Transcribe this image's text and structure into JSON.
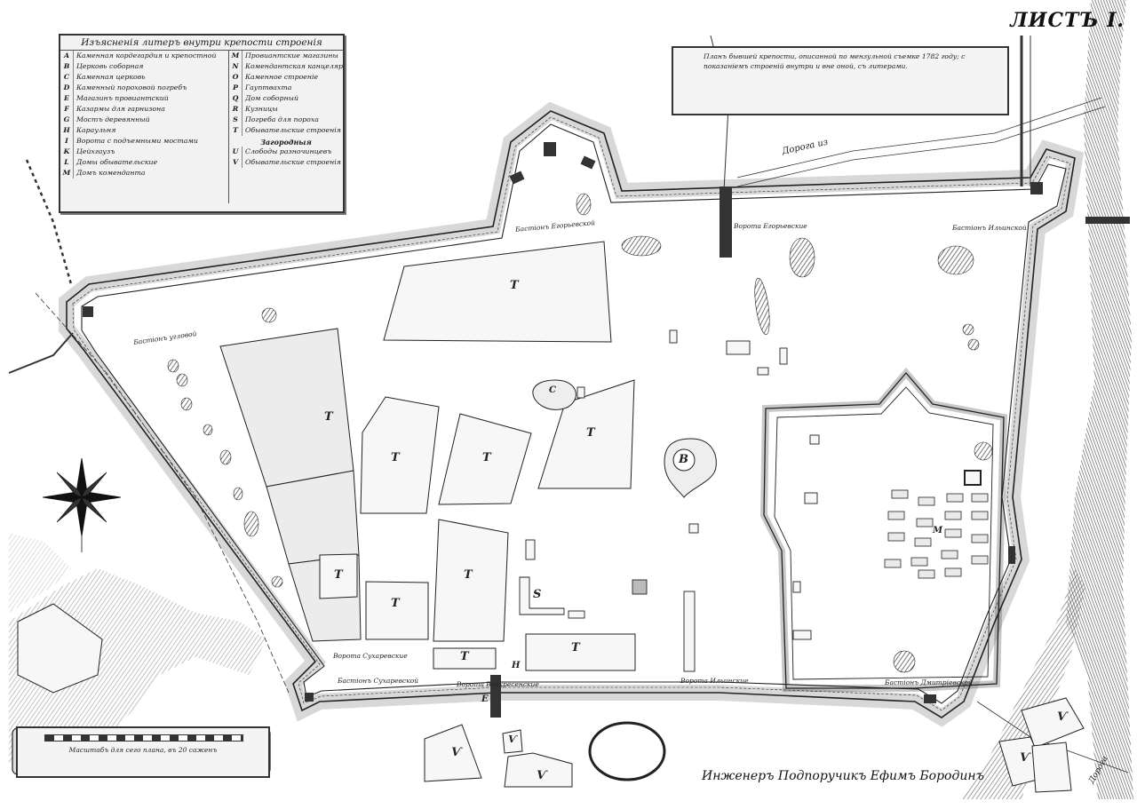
{
  "sheet_label": "ЛИСТЪ I.",
  "legend": {
    "title": "Изъясненiя литеръ внутри крепости строенiя",
    "left_rows": [
      {
        "key": "A",
        "text": "Каменная кордегардия и крепостной"
      },
      {
        "key": "B",
        "text": "Церковь соборная"
      },
      {
        "key": "C",
        "text": "Каменная церковь"
      },
      {
        "key": "D",
        "text": "Каменный пороховой погребъ"
      },
      {
        "key": "E",
        "text": "Магазинъ провиантский"
      },
      {
        "key": "F",
        "text": "Казармы для гарнизона"
      },
      {
        "key": "G",
        "text": "Мостъ деревянный"
      },
      {
        "key": "H",
        "text": "Караульня"
      },
      {
        "key": "I",
        "text": "Ворота с подъемными мостами"
      },
      {
        "key": "K",
        "text": "Цейхгаузъ"
      },
      {
        "key": "L",
        "text": "Домы обывательские"
      },
      {
        "key": "M",
        "text": "Домъ коменданта"
      }
    ],
    "right_rows": [
      {
        "key": "M",
        "text": "Провиантские магазины"
      },
      {
        "key": "N",
        "text": "Комендантская канцелярия"
      },
      {
        "key": "O",
        "text": "Каменное строенiе"
      },
      {
        "key": "P",
        "text": "Гауптвахта"
      },
      {
        "key": "Q",
        "text": "Дом соборный"
      },
      {
        "key": "R",
        "text": "Кузницы"
      },
      {
        "key": "S",
        "text": "Погреба для пороха"
      },
      {
        "key": "T",
        "text": "Обывательские строенiя"
      }
    ],
    "right_subheading": "Загородныя",
    "right_extra": [
      {
        "key": "U",
        "text": "Слободы разночинцевъ"
      },
      {
        "key": "V",
        "text": "Обывательские строенiя"
      }
    ]
  },
  "title_banner": {
    "text": "Планъ бывшей крепости, описанной по мензульной съемке 1782 году; с показанiемъ строенiй внутри и вне оной, съ литерами."
  },
  "scale": {
    "text": "Масштабъ для сего плана, въ 20 саженъ"
  },
  "signature": "Инженеръ Подпоручикъ Ефимъ Бородинъ",
  "map_labels": {
    "bastion_nw": "Бастiонъ угловой",
    "bastion_n": "Бастiонъ Егорьевской",
    "bastion_ne": "Бастiонъ Ильинской",
    "gate_north": "Ворота Егорьевские",
    "gate_south": "Ворота Воскресенские",
    "gate_east": "Ворота Ильинские",
    "gate_sw": "Ворота Сухаревские",
    "bastion_sw": "Бастiонъ Сухаревской",
    "bastion_se": "Бастiонъ Дмитрiевской",
    "road_ne": "Дорога из",
    "road_se": "Дорога"
  },
  "building_letters": {
    "t_block": "Т",
    "s_block": "S",
    "b_church": "В",
    "c_church": "С",
    "m_magazines": "М",
    "v_suburb": "Ѵ",
    "h_guard": "Н",
    "e_gate": "Е"
  },
  "colors": {
    "ink": "#222222",
    "paper": "#ffffff",
    "hatch": "#555555"
  }
}
